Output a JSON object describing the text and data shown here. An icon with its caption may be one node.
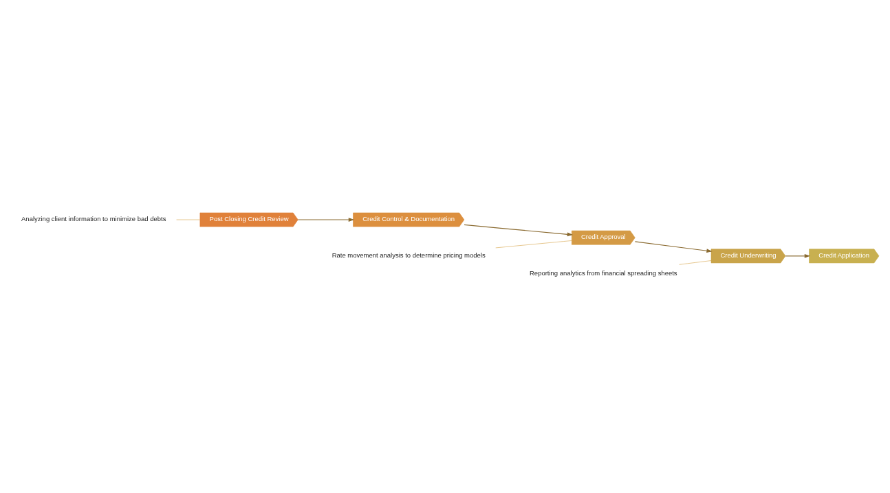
{
  "diagram": {
    "nodes": [
      {
        "text": [
          "Credit Application"
        ]
      },
      {
        "text": [
          "Post Closing Credit Review"
        ]
      },
      {
        "text": [
          "Credit Control & Documentation"
        ]
      },
      {
        "text": [
          "Credit Approval"
        ]
      },
      {
        "text": [
          "Credit Underwriting"
        ]
      },
      {
        "text": [
          "Reporting analytics from financial spreading sheets"
        ]
      },
      {
        "text": [
          "Analyzing client information to minimize bad debts"
        ]
      },
      {
        "text": [
          "Rate movement analysis to determine pricing models"
        ]
      }
    ],
    "edges": [
      {
        "from": 1,
        "to": 2,
        "arrow": "to"
      },
      {
        "from": 2,
        "to": 3,
        "arrow": "to"
      },
      {
        "from": 3,
        "to": 4,
        "arrow": "to"
      },
      {
        "from": 4,
        "to": 0,
        "arrow": "to"
      },
      {
        "from": 5,
        "to": 4,
        "arrow": "none",
        "color": "#d4a040"
      },
      {
        "from": 6,
        "to": 1,
        "arrow": "none",
        "color": "#d4a040"
      },
      {
        "from": 7,
        "to": 3,
        "arrow": "none",
        "color": "#d4a040"
      }
    ]
  }
}
